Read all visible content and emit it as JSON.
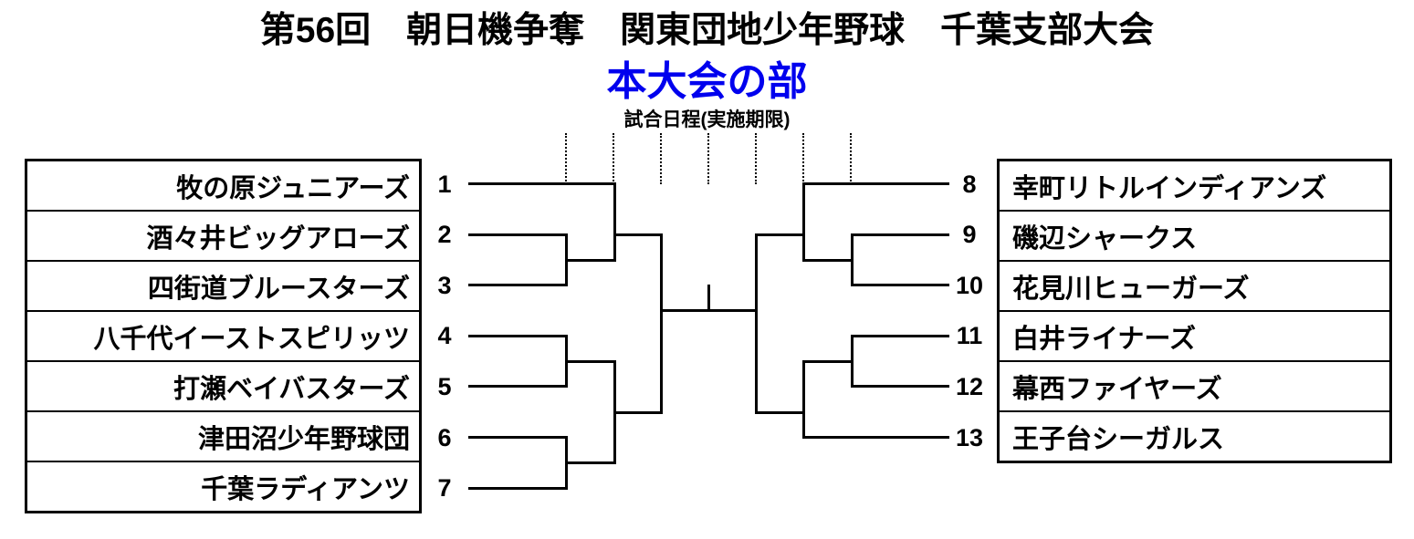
{
  "header": {
    "title": "第56回　朝日機争奪　関東団地少年野球　千葉支部大会",
    "subtitle": "本大会の部",
    "subtitle_color": "#0000EE",
    "schedule_label": "試合日程(実施期限)"
  },
  "bracket": {
    "left_teams": [
      {
        "number": "1",
        "name": "牧の原ジュニアーズ"
      },
      {
        "number": "2",
        "name": "酒々井ビッグアローズ"
      },
      {
        "number": "3",
        "name": "四街道ブルースターズ"
      },
      {
        "number": "4",
        "name": "八千代イーストスピリッツ"
      },
      {
        "number": "5",
        "name": "打瀬ベイバスターズ"
      },
      {
        "number": "6",
        "name": "津田沼少年野球団"
      },
      {
        "number": "7",
        "name": "千葉ラディアンツ"
      }
    ],
    "right_teams": [
      {
        "number": "8",
        "name": "幸町リトルインディアンズ"
      },
      {
        "number": "9",
        "name": "磯辺シャークス"
      },
      {
        "number": "10",
        "name": "花見川ヒューガーズ"
      },
      {
        "number": "11",
        "name": "白井ライナーズ"
      },
      {
        "number": "12",
        "name": "幕西ファイヤーズ"
      },
      {
        "number": "13",
        "name": "王子台シーガルス"
      }
    ]
  }
}
